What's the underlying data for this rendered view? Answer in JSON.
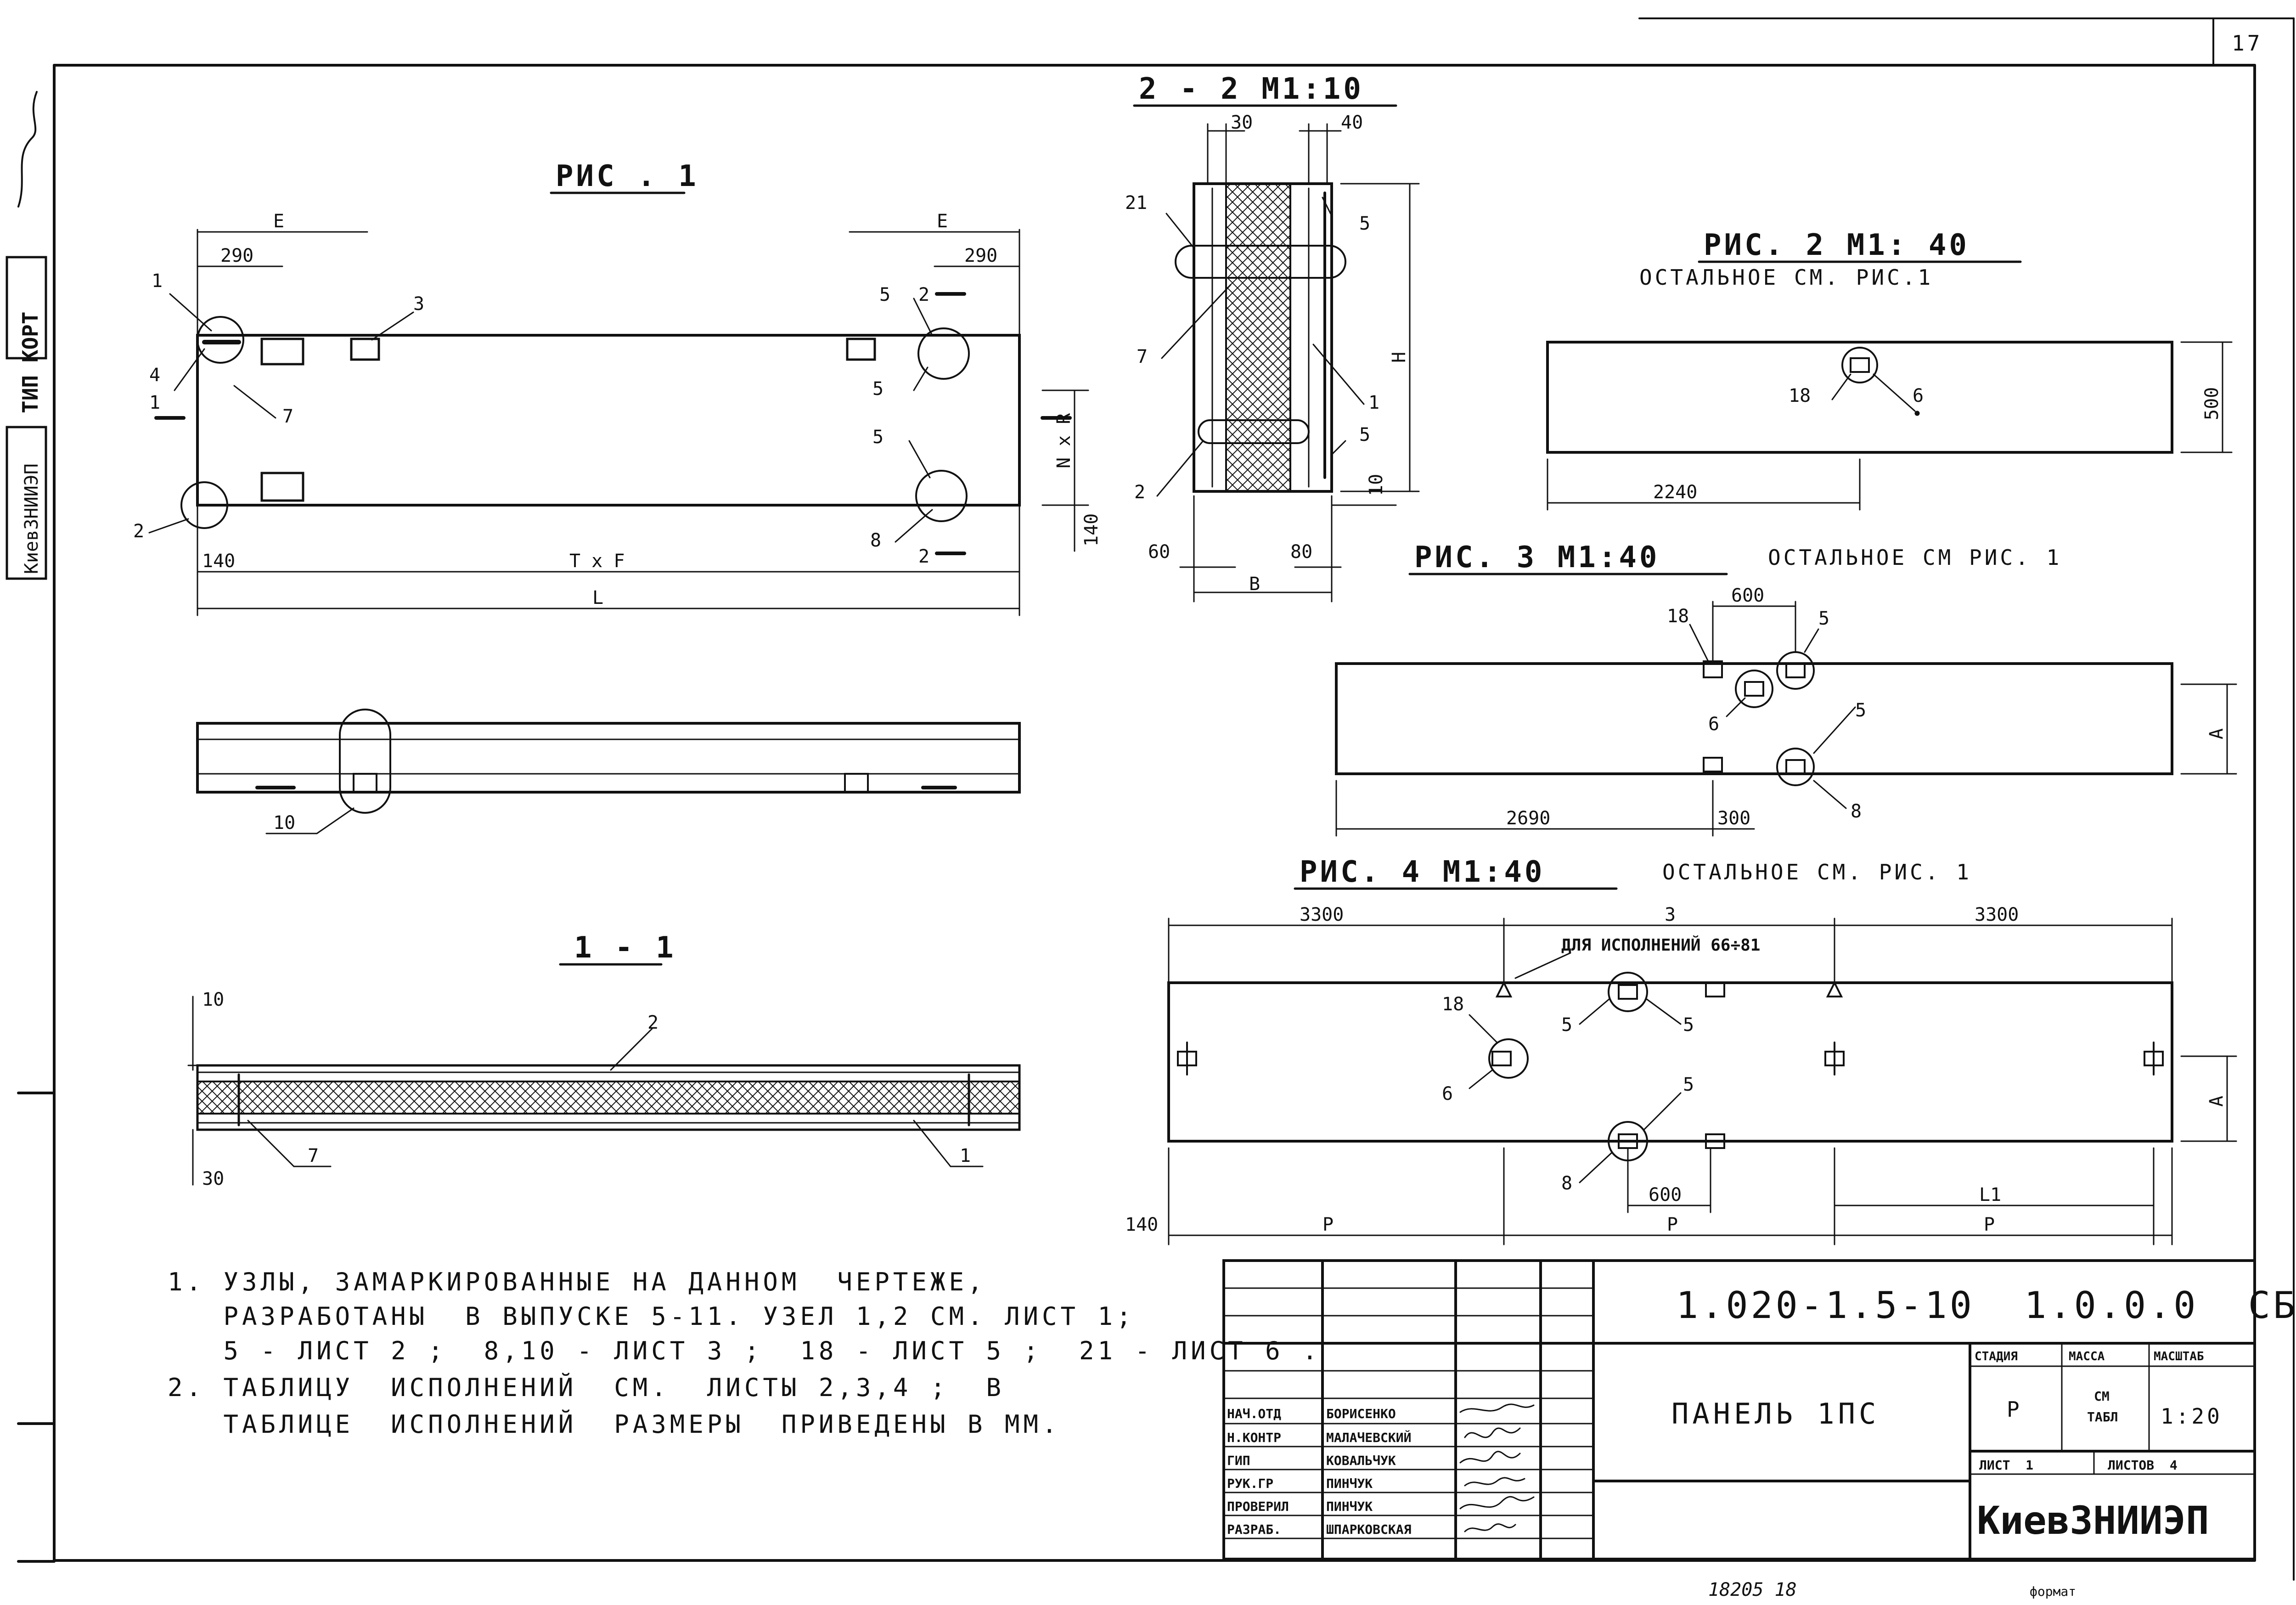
{
  "sheet_number": "17",
  "bottom_marks": [
    "18205 18",
    "формат"
  ],
  "side_stamp": {
    "org": "КиевЗНИИЭП",
    "type": "ТИП КОРТ"
  },
  "figure1": {
    "title": "РИС . 1",
    "dims": {
      "e_left": "Е",
      "d290_left": "290",
      "e_right": "Е",
      "d290_right": "290",
      "d140": "140",
      "txf": "T x F",
      "l": "L",
      "nxr": "N x R",
      "d140_right": "140"
    },
    "labels": {
      "n1": "1",
      "n2": "2",
      "n3": "3",
      "n4": "4",
      "n5a": "5",
      "n5b": "5",
      "n5c": "5",
      "n7": "7",
      "n8": "8",
      "n10": "10"
    },
    "section_marks": {
      "s1": "1",
      "s2top": "2",
      "s2bot": "2"
    }
  },
  "section_1_1": {
    "title": "1 - 1",
    "dims": {
      "top": "10",
      "bottom": "30"
    },
    "labels": {
      "n1": "1",
      "n2": "2",
      "n7": "7"
    }
  },
  "section_2_2": {
    "title": "2 - 2   М1:10",
    "dims": {
      "d30": "30",
      "d40": "40",
      "h": "Н",
      "d10": "10",
      "d60": "60",
      "d80": "80",
      "b": "В"
    },
    "labels": {
      "n21": "21",
      "n5a": "5",
      "n7": "7",
      "n1": "1",
      "n5b": "5",
      "n2": "2"
    }
  },
  "figure2": {
    "title": "РИС. 2   М1: 40",
    "subtitle": "ОСТАЛЬНОЕ  СМ. РИС.1",
    "dims": {
      "d500": "500",
      "d2240": "2240"
    },
    "labels": {
      "n18": "18",
      "n6": "6"
    }
  },
  "figure3": {
    "title": "РИС. 3   М1:40",
    "subtitle": "ОСТАЛЬНОЕ СМ РИС. 1",
    "dims": {
      "d600": "600",
      "d2690": "2690",
      "d300": "300",
      "a": "А"
    },
    "labels": {
      "n18": "18",
      "n5a": "5",
      "n6": "6",
      "n5b": "5",
      "n8": "8"
    }
  },
  "figure4": {
    "title": "РИС. 4   М1:40",
    "subtitle": "ОСТАЛЬНОЕ СМ. РИС. 1",
    "dims": {
      "d3300a": "3300",
      "d3": "3",
      "d3300b": "3300",
      "d140": "140",
      "p1": "Р",
      "p2": "Р",
      "p3": "Р",
      "d600": "600",
      "l1": "L1",
      "a": "А"
    },
    "note": "ДЛЯ ИСПОЛНЕНИЙ 66÷81",
    "labels": {
      "n18": "18",
      "n5a": "5",
      "n5b": "5",
      "n6": "6",
      "n5c": "5",
      "n8": "8"
    }
  },
  "notes": [
    "1. УЗЛЫ, ЗАМАРКИРОВАННЫЕ НА ДАННОМ  ЧЕРТЕЖЕ,",
    "   РАЗРАБОТАНЫ  В ВЫПУСКЕ 5-11. УЗЕЛ 1,2 СМ. ЛИСТ 1;",
    "   5 - ЛИСТ 2 ;  8,10 - ЛИСТ 3 ;  18 - ЛИСТ 5 ;  21 - ЛИСТ 6 .",
    "2. ТАБЛИЦУ  ИСПОЛНЕНИЙ  СМ.  ЛИСТЫ 2,3,4 ;  В",
    "   ТАБЛИЦЕ  ИСПОЛНЕНИЙ  РАЗМЕРЫ  ПРИВЕДЕНЫ В ММ."
  ],
  "title_block": {
    "doc_code": "1.020-1.5-10  1.0.0.0  СБ",
    "name": "ПАНЕЛЬ  1ПС",
    "stage_h": "СТАДИЯ",
    "mass_h": "МАССА",
    "scale_h": "МАСШТАБ",
    "stage": "Р",
    "mass_1": "СМ",
    "mass_2": "ТАБЛ",
    "scale": "1:20",
    "sheet": "ЛИСТ  1",
    "sheets": "ЛИСТОВ  4",
    "org": "КиевЗНИИЭП",
    "signatures": [
      {
        "role": "НАЧ.ОТД",
        "name": "БОРИСЕНКО"
      },
      {
        "role": "Н.КОНТР",
        "name": "МАЛАЧЕВСКИЙ"
      },
      {
        "role": "ГИП",
        "name": "КОВАЛЬЧУК"
      },
      {
        "role": "РУК.ГР",
        "name": "ПИНЧУК"
      },
      {
        "role": "ПРОВЕРИЛ",
        "name": "ПИНЧУК"
      },
      {
        "role": "РАЗРАБ.",
        "name": "ШПАРКОВСКАЯ"
      }
    ]
  }
}
